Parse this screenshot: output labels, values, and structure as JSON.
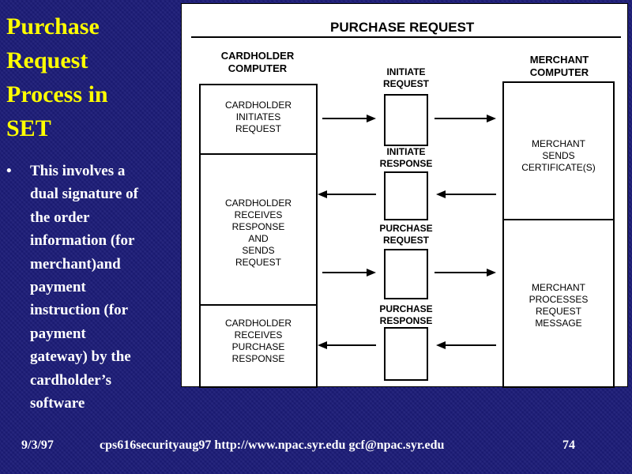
{
  "slide": {
    "title_lines": [
      "Purchase",
      "Request",
      "Process in",
      "SET"
    ],
    "bullet_symbol": "•",
    "bullet_lines": [
      "This involves a",
      "dual signature of",
      "the order",
      "information (for",
      "merchant)and",
      "payment",
      "instruction (for",
      "payment",
      "gateway) by the",
      "cardholder’s",
      "software"
    ]
  },
  "diagram": {
    "title": "PURCHASE REQUEST",
    "left_header": [
      "CARDHOLDER",
      "COMPUTER"
    ],
    "right_header": [
      "MERCHANT",
      "COMPUTER"
    ],
    "left_cells": [
      [
        "CARDHOLDER",
        "INITIATES",
        "REQUEST"
      ],
      [
        "CARDHOLDER",
        "RECEIVES",
        "RESPONSE",
        "AND",
        "SENDS",
        "REQUEST"
      ],
      [
        "CARDHOLDER",
        "RECEIVES",
        "PURCHASE",
        "RESPONSE"
      ]
    ],
    "right_cells": [
      [
        "MERCHANT",
        "SENDS",
        "CERTIFICATE(S)"
      ],
      [
        "MERCHANT",
        "PROCESSES",
        "REQUEST",
        "MESSAGE"
      ]
    ],
    "messages": [
      {
        "label": [
          "INITIATE",
          "REQUEST"
        ],
        "direction": "right"
      },
      {
        "label": [
          "INITIATE",
          "RESPONSE"
        ],
        "direction": "left"
      },
      {
        "label": [
          "PURCHASE",
          "REQUEST"
        ],
        "direction": "right"
      },
      {
        "label": [
          "PURCHASE",
          "RESPONSE"
        ],
        "direction": "left"
      }
    ]
  },
  "footer": {
    "date": "9/3/97",
    "course": "cps616securityaug97 http://www.npac.syr.edu gcf@npac.syr.edu",
    "page": "74"
  },
  "colors": {
    "background": "#1c1c78",
    "title": "#ffff00",
    "text": "#ffffff"
  }
}
